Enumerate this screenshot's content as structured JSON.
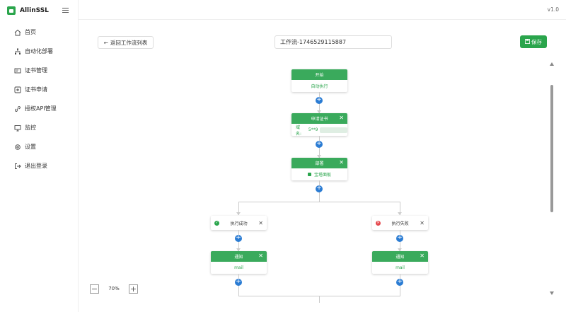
{
  "app": {
    "name": "AllinSSL",
    "version": "v1.0"
  },
  "sidebar": {
    "items": [
      {
        "label": "首页",
        "icon": "home-icon"
      },
      {
        "label": "自动化部署",
        "icon": "workflow-icon"
      },
      {
        "label": "证书管理",
        "icon": "certificate-icon"
      },
      {
        "label": "证书申请",
        "icon": "add-box-icon"
      },
      {
        "label": "授权API管理",
        "icon": "link-icon"
      },
      {
        "label": "监控",
        "icon": "monitor-icon"
      },
      {
        "label": "设置",
        "icon": "gear-icon"
      },
      {
        "label": "退出登录",
        "icon": "logout-icon"
      }
    ]
  },
  "toolbar": {
    "back_label": "返回工作流列表",
    "workflow_name": "工作流-1746529115887",
    "save_label": "保存"
  },
  "flow": {
    "start": {
      "title": "开始",
      "body": "自动执行"
    },
    "apply": {
      "title": "申请证书",
      "body_prefix": "域名:",
      "body_value": "5**9"
    },
    "deploy": {
      "title": "部署",
      "body": "宝塔面板"
    },
    "success": {
      "label": "执行成功"
    },
    "failure": {
      "label": "执行失败"
    },
    "notify_success": {
      "title": "通知",
      "body": "mail"
    },
    "notify_failure": {
      "title": "通知",
      "body": "mail"
    }
  },
  "zoom": {
    "value": "70%"
  },
  "colors": {
    "brand": "#2aa54c",
    "node_header": "#3aaa5c",
    "plus": "#2b7cd3",
    "success": "#2aa54c",
    "failure": "#e5484d"
  }
}
